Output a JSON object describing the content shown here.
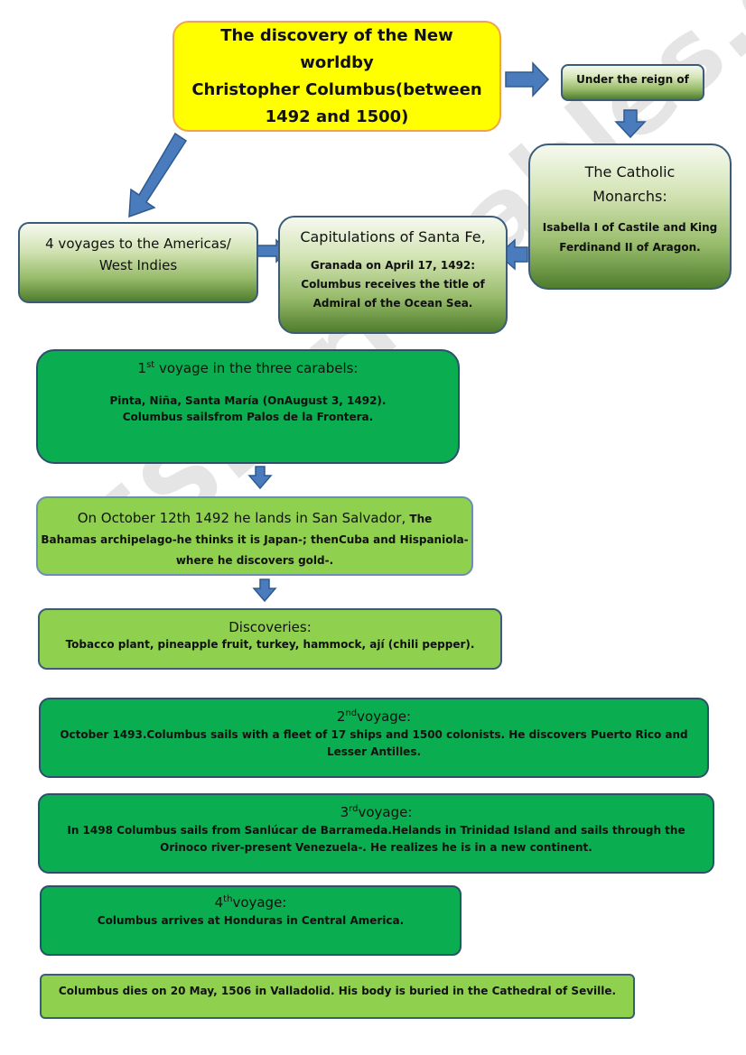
{
  "title": {
    "line1": "The discovery of the New worldby",
    "line2": "Christopher Columbus(between",
    "line3": "1492 and 1500)"
  },
  "reign": "Under the reign of",
  "monarchs": {
    "heading1": "The Catholic",
    "heading2": "Monarchs:",
    "body1": "Isabella I of Castile and King",
    "body2": "Ferdinand II of Aragon."
  },
  "santafe": {
    "heading": "Capitulations of Santa Fe,",
    "line1": "Granada on April 17, 1492:",
    "line2": "Columbus receives the title of",
    "line3": "Admiral of the Ocean Sea."
  },
  "four_voyages": {
    "line1": "4 voyages to the Americas/",
    "line2": "West Indies"
  },
  "voyage1": {
    "num": "1",
    "sup": "st",
    "heading": " voyage in the three carabels:",
    "line1": "Pinta, Niña, Santa María (OnAugust 3, 1492).",
    "line2": "Columbus sailsfrom Palos de la Frontera."
  },
  "landing": {
    "heading": "On October 12th 1492 he lands in San Salvador,",
    "tail": " The",
    "line2": "Bahamas archipelago-he thinks it is Japan-; thenCuba and Hispaniola-",
    "line3": "where he discovers gold-."
  },
  "discoveries": {
    "heading": "Discoveries:",
    "body": "Tobacco plant, pineapple fruit, turkey, hammock, ají (chili pepper)."
  },
  "voyage2": {
    "num": "2",
    "sup": "nd",
    "heading": "voyage:",
    "body": "October 1493.Columbus sails with a fleet of 17 ships and 1500 colonists. He discovers Puerto Rico and Lesser Antilles."
  },
  "voyage3": {
    "num": "3",
    "sup": "rd",
    "heading": "voyage:",
    "body": "In 1498 Columbus sails from Sanlúcar de Barrameda.Helands in Trinidad Island and sails through the Orinoco river-present Venezuela-. He realizes he is in a new continent."
  },
  "voyage4": {
    "num": "4",
    "sup": "th",
    "heading": "voyage:",
    "body": "Columbus arrives at Honduras in Central America."
  },
  "death": "Columbus dies on 20 May, 1506 in Valladolid. His body is buried in the Cathedral of Seville.",
  "watermark": "ESLprintables.com",
  "colors": {
    "title_fill": "#ffff00",
    "dark_green": "#0aad4f",
    "light_green": "#8fd14f",
    "arrow_fill": "#4a7bbd"
  }
}
